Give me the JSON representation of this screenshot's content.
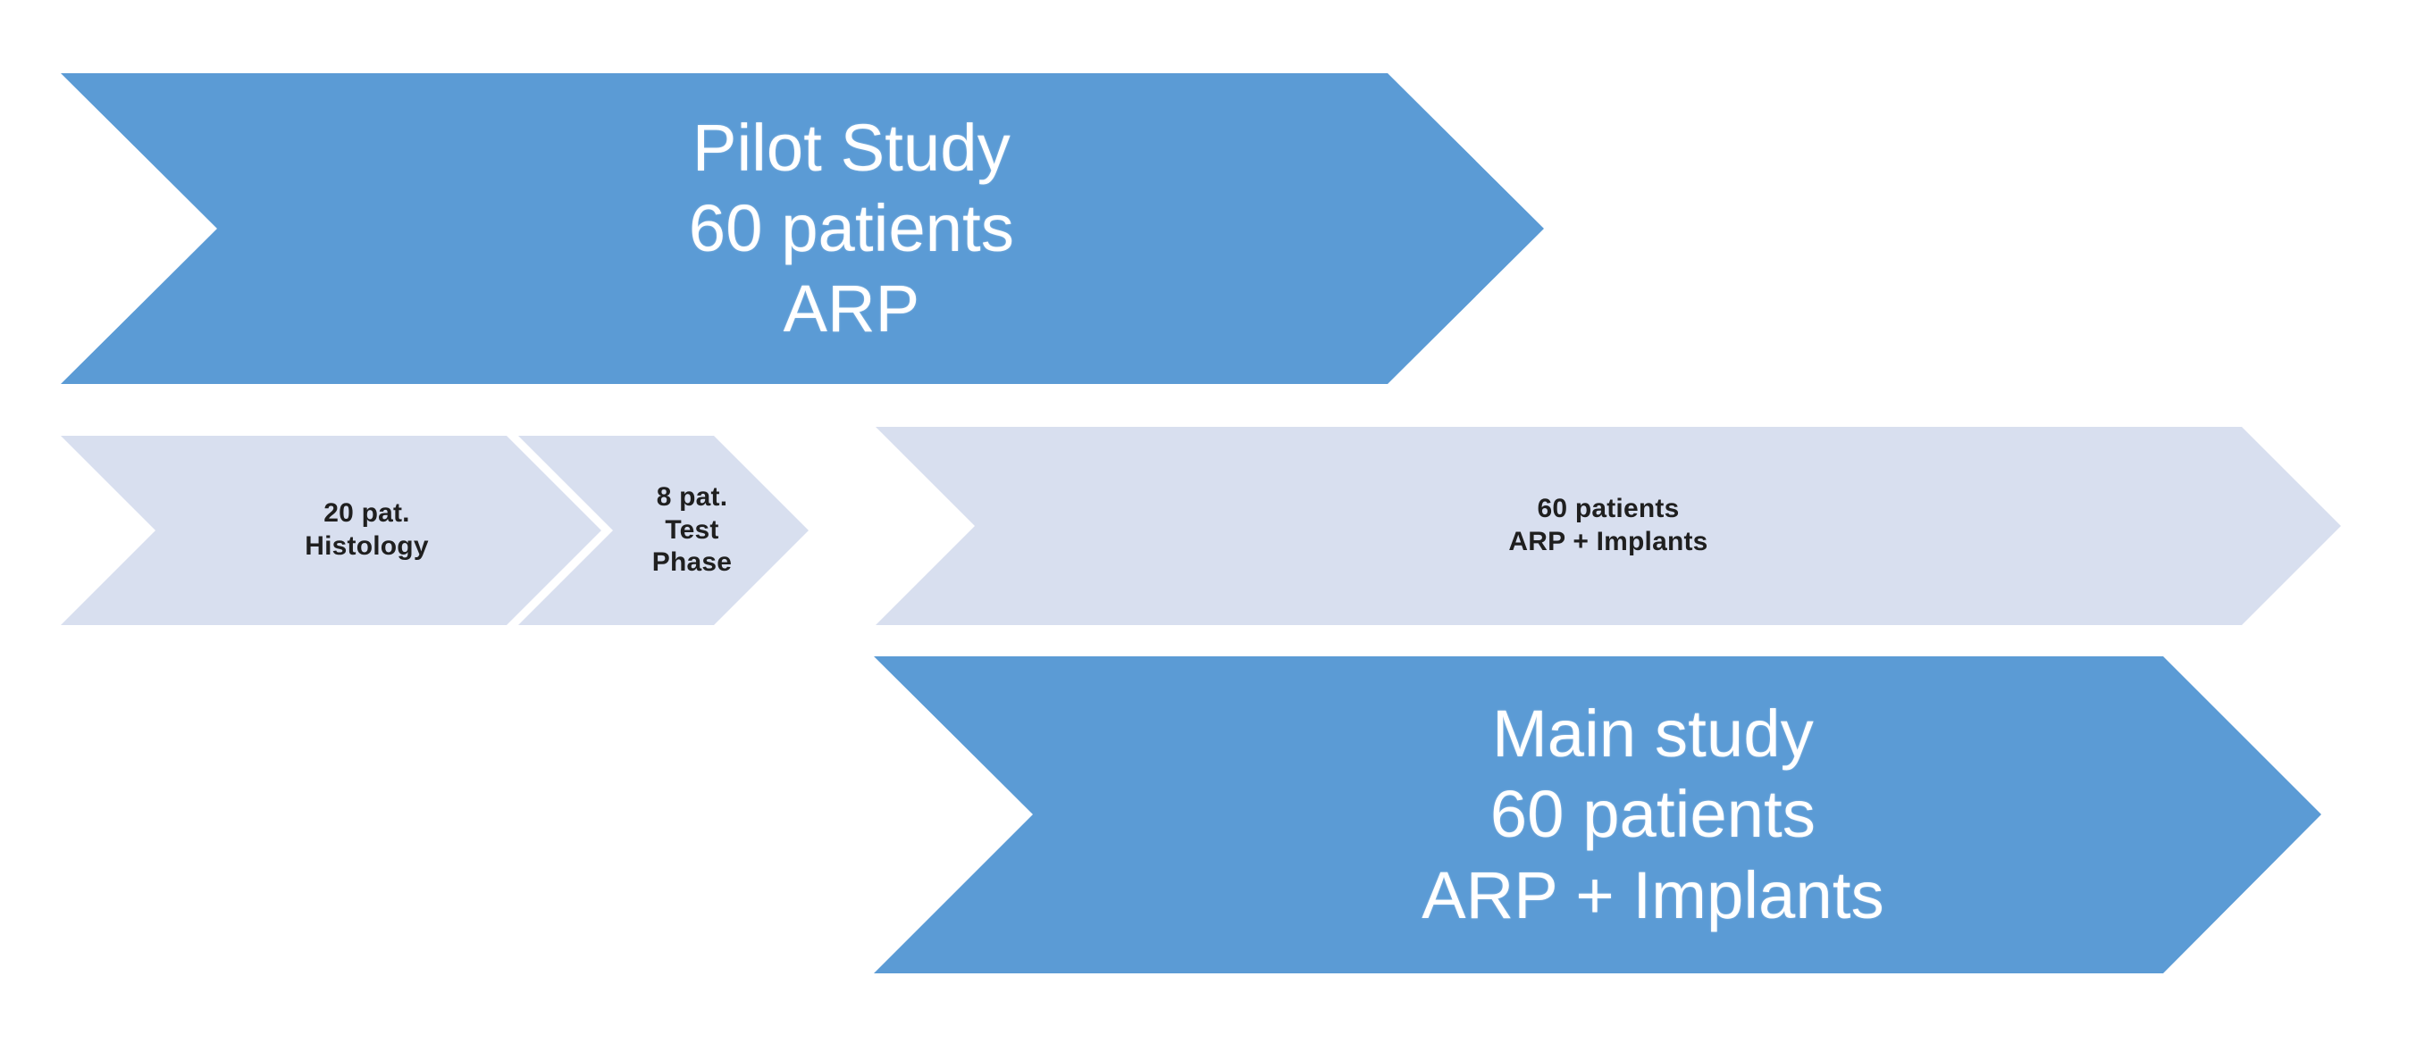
{
  "figure": {
    "type": "process-flow-chevron-diagram",
    "background_color": "#FFFFFF",
    "accent_color": "#5B9BD5",
    "secondary_color": "#D8DFEF",
    "dark_text_color": "#1F1F1F",
    "light_text_color": "#FFFFFF"
  },
  "stages": {
    "pilot_study": {
      "label": "Pilot Study\n60 patients\nARP",
      "line1": "Pilot Study",
      "line2": "60 patients",
      "line3": "ARP"
    },
    "histology": {
      "label": "20 pat.\nHistology",
      "line1": "20 pat.",
      "line2": "Histology"
    },
    "test_phase": {
      "label": "8 pat.\nTest\nPhase",
      "line1": "8 pat.",
      "line2": "Test",
      "line3": "Phase"
    },
    "sub_main": {
      "label": "60 patients\nARP + Implants",
      "line1": "60 patients",
      "line2": "ARP + Implants"
    },
    "main_study": {
      "label": "Main study\n60 patients\nARP + Implants",
      "line1": "Main study",
      "line2": "60 patients",
      "line3": "ARP + Implants"
    }
  }
}
